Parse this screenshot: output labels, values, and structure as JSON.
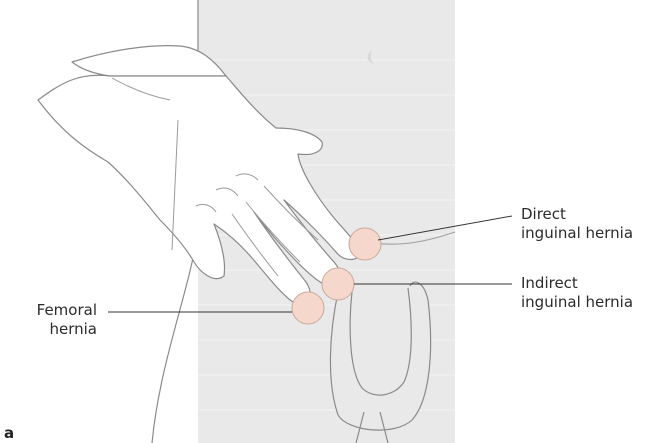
{
  "labels": {
    "direct": [
      "Direct",
      "inguinal hernia"
    ],
    "indirect": [
      "Indirect",
      "inguinal hernia"
    ],
    "femoral": [
      "Femoral",
      "hernia"
    ]
  },
  "panel_letter": "a",
  "colors": {
    "body_fill": "#e9e9e9",
    "outline": "#8a8a8a",
    "hernia_fill": "#f6d7cc",
    "hernia_stroke": "#c8a89c",
    "leader": "#333333"
  }
}
